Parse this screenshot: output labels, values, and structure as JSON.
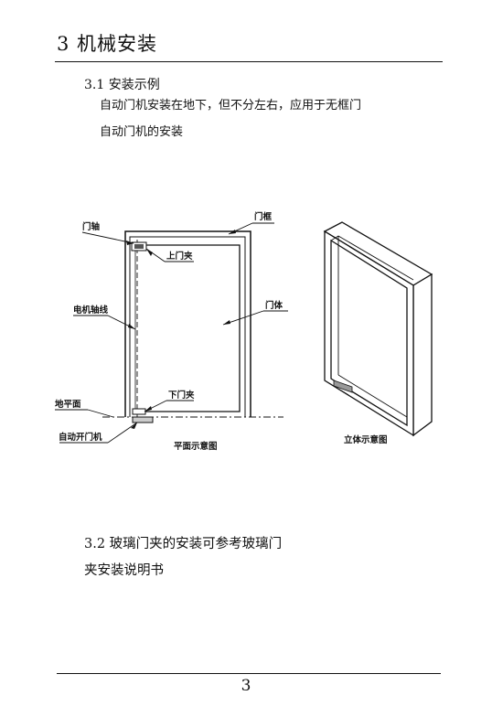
{
  "heading": {
    "title": "3 机械安装"
  },
  "section_3_1": {
    "title": "3.1 安装示例",
    "line1": "自动门机安装在地下，但不分左右，应用于无框门",
    "line2": "自动门机的安装"
  },
  "diagram": {
    "labels": {
      "door_shaft": "门轴",
      "door_frame": "门框",
      "upper_clamp": "上门夹",
      "motor_axis": "电机轴线",
      "door_body": "门体",
      "ground": "地平面",
      "lower_clamp": "下门夹",
      "auto_opener": "自动开门机",
      "plan_view": "平面示意图",
      "perspective_view": "立体示意图"
    }
  },
  "section_3_2": {
    "line1": "3.2 玻璃门夹的安装可参考玻璃门",
    "line2": "夹安装说明书"
  },
  "footer": {
    "page_number": "3"
  }
}
